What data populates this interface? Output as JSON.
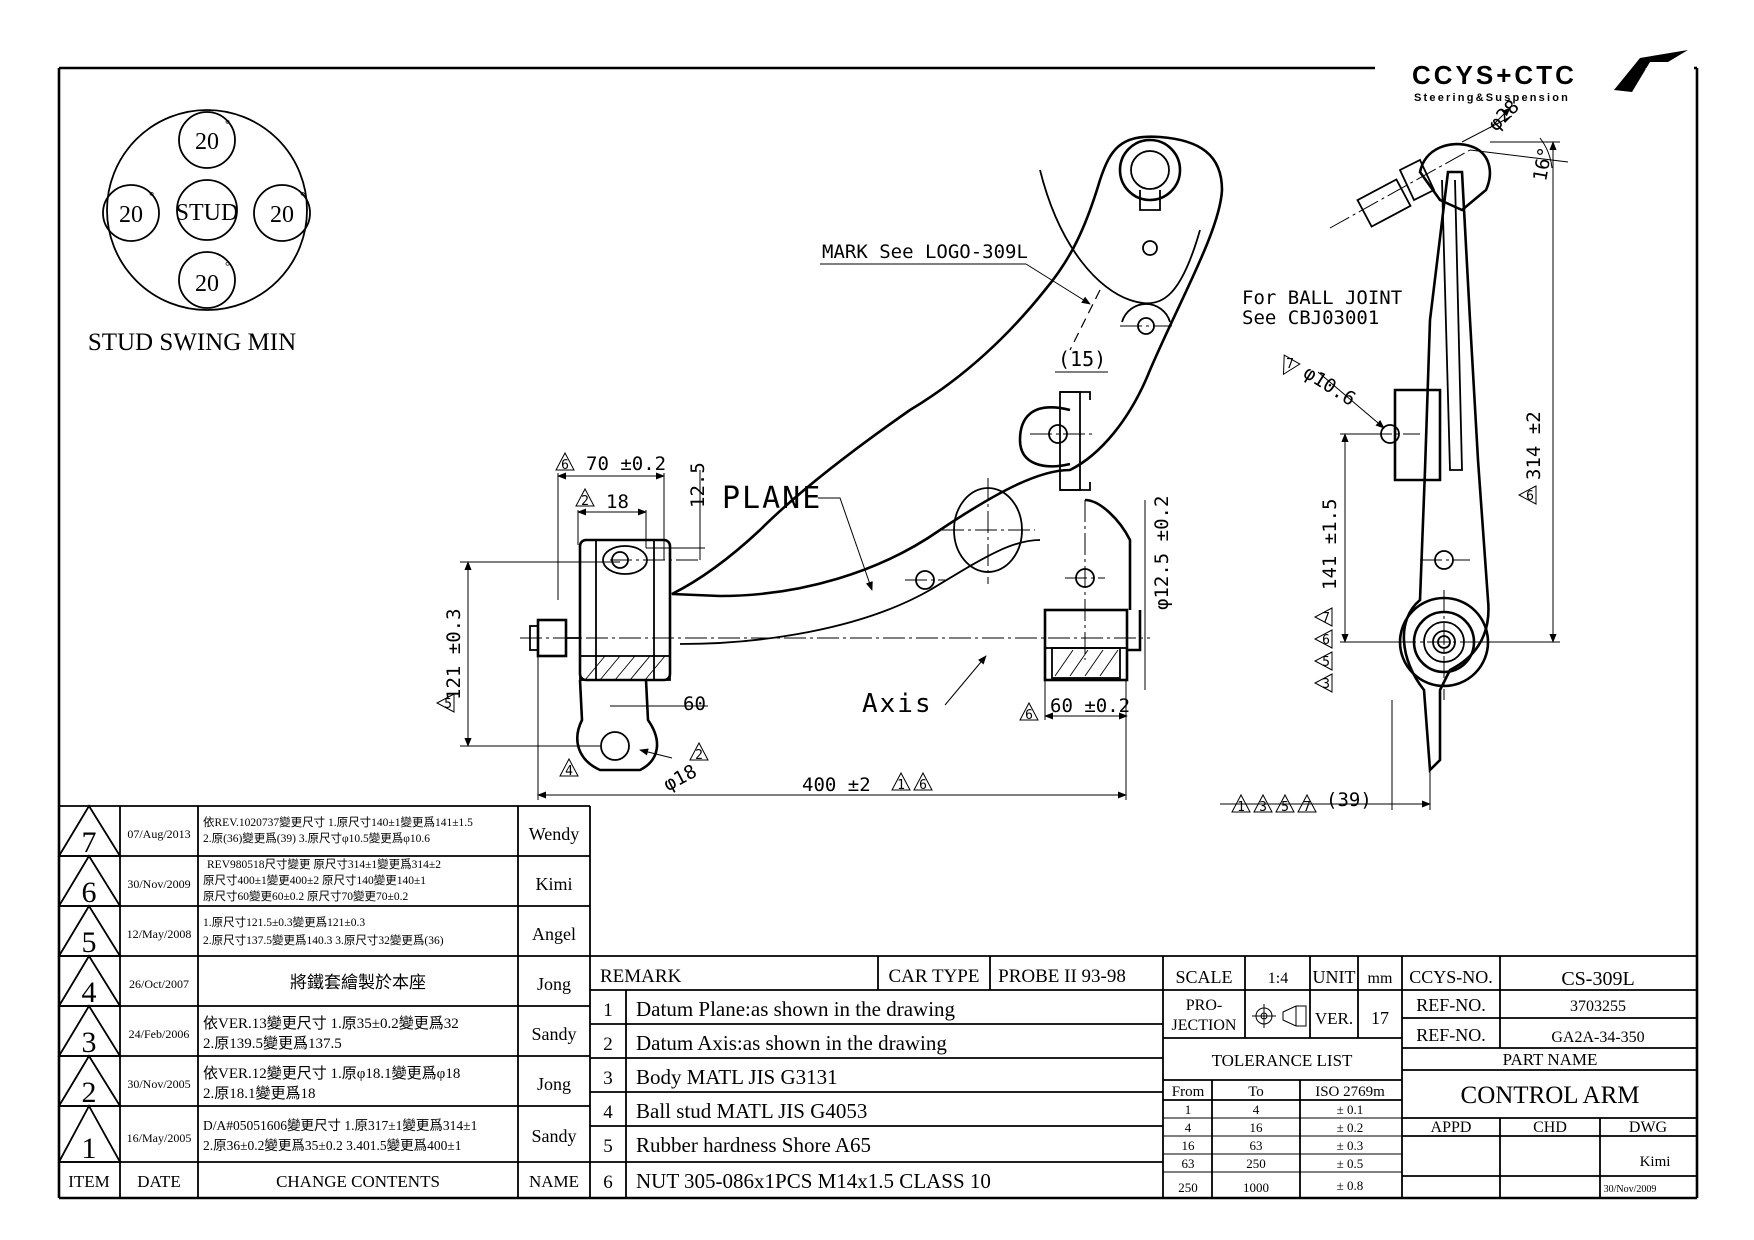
{
  "logo": {
    "brand": "CCYS+CTC",
    "tagline": "Steering&Suspension"
  },
  "stud_swing": {
    "center_label": "STUD",
    "angles": [
      "20",
      "20",
      "20",
      "20"
    ],
    "degree_mark": "°",
    "caption": "STUD SWING MIN"
  },
  "callouts": {
    "mark": "MARK See LOGO-309L",
    "ball_joint_1": "For BALL JOINT",
    "ball_joint_2": "See CBJ03001",
    "plane": "PLANE",
    "axis": "Axis"
  },
  "dimensions": {
    "d15": "(15)",
    "d70": "70 ±0.2",
    "d18": "18",
    "d12_5": "12.5",
    "d121": "121 ±0.3",
    "d60": "60",
    "d60_tol": "60 ±0.2",
    "d_phi18": "φ18",
    "d400": "400 ±2",
    "d_phi12_5": "φ12.5 ±0.2",
    "d_phi28": "φ28",
    "d16deg": "16°",
    "d_phi10_6": "φ10.6",
    "d314": "314 ±2",
    "d141": "141 ±1.5",
    "d39": "(39)"
  },
  "rev_marks": {
    "m6_70": "6",
    "m2_18": "2",
    "m5_121": "5",
    "m4_bot": "4",
    "m2_phi18": "2",
    "m1_400": "1",
    "m6_400": "6",
    "m6_60": "6",
    "m7_phi10": "7",
    "m6_314": "6",
    "m3_141": "3",
    "m5_141": "5",
    "m6_141": "6",
    "m7_141": "7",
    "m1_39": "1",
    "m3_39": "3",
    "m5_39": "5",
    "m7_39": "7"
  },
  "revisions": [
    {
      "rev": "7",
      "date": "07/Aug/2013",
      "changes": [
        "依REV.1020737變更尺寸 1.原尺寸140±1變更爲141±1.5",
        "2.原(36)變更爲(39) 3.原尺寸φ10.5變更爲φ10.6"
      ],
      "name": "Wendy"
    },
    {
      "rev": "6",
      "date": "30/Nov/2009",
      "changes": [
        "REV980518尺寸變更  原尺寸314±1變更爲314±2",
        "原尺寸400±1變更400±2   原尺寸140變更140±1",
        "原尺寸60變更60±0.2   原尺寸70變更70±0.2"
      ],
      "name": "Kimi"
    },
    {
      "rev": "5",
      "date": "12/May/2008",
      "changes": [
        "1.原尺寸121.5±0.3變更爲121±0.3",
        "2.原尺寸137.5變更爲140.3 3.原尺寸32變更爲(36)"
      ],
      "name": "Angel"
    },
    {
      "rev": "4",
      "date": "26/Oct/2007",
      "changes": [
        "將鐵套繪製於本座"
      ],
      "name": "Jong"
    },
    {
      "rev": "3",
      "date": "24/Feb/2006",
      "changes": [
        "依VER.13變更尺寸 1.原35±0.2變更爲32",
        "2.原139.5變更爲137.5"
      ],
      "name": "Sandy"
    },
    {
      "rev": "2",
      "date": "30/Nov/2005",
      "changes": [
        "依VER.12變更尺寸 1.原φ18.1變更爲φ18",
        "2.原18.1變更爲18"
      ],
      "name": "Jong"
    },
    {
      "rev": "1",
      "date": "16/May/2005",
      "changes": [
        "D/A#05051606變更尺寸 1.原317±1變更爲314±1",
        "2.原36±0.2變更爲35±0.2 3.401.5變更爲400±1"
      ],
      "name": "Sandy"
    }
  ],
  "rev_headers": {
    "item": "ITEM",
    "date": "DATE",
    "changes": "CHANGE CONTENTS",
    "name": "NAME"
  },
  "remarks": {
    "title": "REMARK",
    "car_type_label": "CAR TYPE",
    "car_type": "PROBE II 93-98",
    "rows": [
      {
        "no": "1",
        "text": "Datum Plane:as shown in the drawing"
      },
      {
        "no": "2",
        "text": "Datum Axis:as shown in the drawing"
      },
      {
        "no": "3",
        "text": "Body MATL JIS G3131"
      },
      {
        "no": "4",
        "text": "Ball stud MATL JIS G4053"
      },
      {
        "no": "5",
        "text": "Rubber hardness Shore A65"
      },
      {
        "no": "6",
        "text": "NUT 305-086x1PCS M14x1.5 CLASS 10"
      }
    ]
  },
  "title_block": {
    "scale_label": "SCALE",
    "scale": "1:4",
    "unit_label": "UNIT",
    "unit": "mm",
    "projection_1": "PRO-",
    "projection_2": "JECTION",
    "ver_label": "VER.",
    "ver": "17",
    "tolerance_title": "TOLERANCE LIST",
    "tol_headers": [
      "From",
      "To",
      "ISO 2769m"
    ],
    "tolerances": [
      [
        "1",
        "4",
        "± 0.1"
      ],
      [
        "4",
        "16",
        "± 0.2"
      ],
      [
        "16",
        "63",
        "± 0.3"
      ],
      [
        "63",
        "250",
        "± 0.5"
      ],
      [
        "250",
        "1000",
        "± 0.8"
      ]
    ],
    "ccys_no_label": "CCYS-NO.",
    "ccys_no": "CS-309L",
    "ref_no_label_1": "REF-NO.",
    "ref_no_1": "3703255",
    "ref_no_label_2": "REF-NO.",
    "ref_no_2": "GA2A-34-350",
    "part_name_label": "PART NAME",
    "part_name": "CONTROL ARM",
    "appd_label": "APPD",
    "chd_label": "CHD",
    "dwg_label": "DWG",
    "dwg_by": "Kimi",
    "dwg_date": "30/Nov/2009"
  }
}
